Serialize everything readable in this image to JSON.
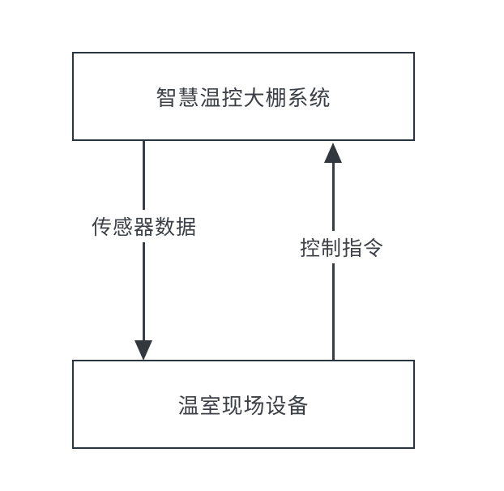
{
  "diagram": {
    "title": "greenhouse-temperature-control-flow",
    "colors": {
      "background": "#ffffff",
      "node_border": "#2b3441",
      "node_fill": "#ffffff",
      "edge_stroke": "#393e46",
      "text": "#3c4046"
    },
    "nodes": [
      {
        "id": "system",
        "label": "智慧温控大棚系统"
      },
      {
        "id": "device",
        "label": "温室现场设备"
      }
    ],
    "edges": [
      {
        "id": "sensor-data",
        "label": "传感器数据",
        "from": "system",
        "to": "device",
        "direction": "down"
      },
      {
        "id": "control-command",
        "label": "控制指令",
        "from": "device",
        "to": "system",
        "direction": "up"
      }
    ]
  }
}
